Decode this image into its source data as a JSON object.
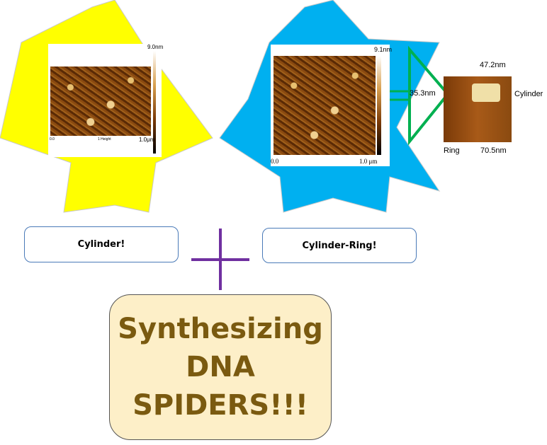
{
  "colors": {
    "yellow_star": "#ffff00",
    "blue_star": "#00b0f0",
    "plus": "#7030a0",
    "callout": "#00b050",
    "result_box": "#fdefc8"
  },
  "left_image": {
    "scale_max": "9.0nm",
    "scale_length": "1.0μm",
    "bottom_left": "0.0",
    "bottom_mid": "1 Height"
  },
  "right_image": {
    "scale_max": "9.1nm",
    "axis_start": "0.0",
    "axis_end": "1.0 μm"
  },
  "zoom_image": {
    "width": "47.2nm",
    "height": "35.3nm",
    "cylinder": "Cylinder",
    "ring": "Ring",
    "ring_diameter": "70.5nm"
  },
  "labels": {
    "left": "Cylinder!",
    "right": "Cylinder-Ring!"
  },
  "result": {
    "line1": "Synthesizing",
    "line2": "DNA",
    "line3": "SPIDERS!!!"
  }
}
